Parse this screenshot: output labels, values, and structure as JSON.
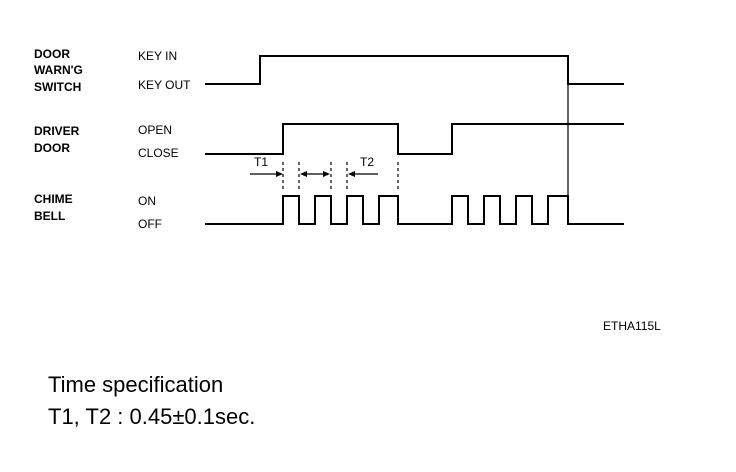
{
  "signals": [
    {
      "name_lines": [
        "DOOR",
        "WARN'G",
        "SWITCH"
      ],
      "high_label": "KEY IN",
      "low_label": "KEY OUT"
    },
    {
      "name_lines": [
        "DRIVER",
        "DOOR"
      ],
      "high_label": "OPEN",
      "low_label": "CLOSE"
    },
    {
      "name_lines": [
        "CHIME",
        "BELL"
      ],
      "high_label": "ON",
      "low_label": "OFF"
    }
  ],
  "intervals": {
    "t1": "T1",
    "t2": "T2"
  },
  "figure_code": "ETHA115L",
  "spec": {
    "title": "Time specification",
    "line": "T1, T2 : 0.45±0.1sec."
  }
}
